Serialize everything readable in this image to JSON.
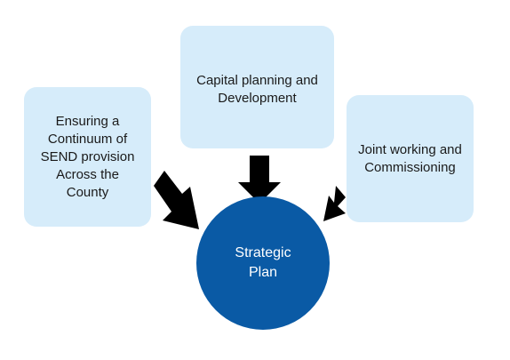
{
  "diagram": {
    "center": {
      "label": "Strategic\nPlan"
    },
    "nodes": [
      {
        "id": "left",
        "label": "Ensuring a\nContinuum of\nSEND provision\nAcross the\nCounty"
      },
      {
        "id": "top",
        "label": "Capital planning and\nDevelopment"
      },
      {
        "id": "right",
        "label": "Joint working and\nCommissioning"
      }
    ]
  },
  "colors": {
    "box_fill": "#d6ecfa",
    "center_fill": "#0a5aa5",
    "arrow": "#000000"
  }
}
